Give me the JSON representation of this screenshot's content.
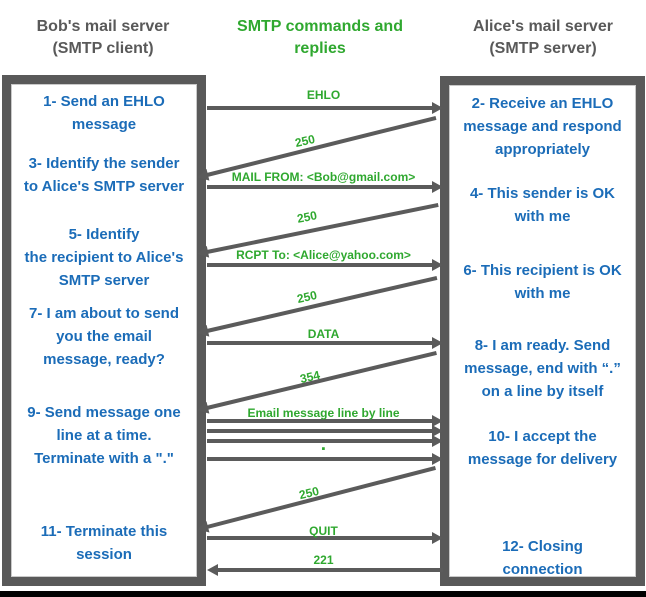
{
  "headers": {
    "client": "Bob's mail server\n(SMTP client)",
    "middle": "SMTP commands and\nreplies",
    "server": "Alice's mail server\n(SMTP server)"
  },
  "colors": {
    "frame_gray": "#595959",
    "arrow_gray": "#5b5b5b",
    "step_blue": "#1b6cb8",
    "label_green": "#2fa82f",
    "footer_black": "#000000"
  },
  "client_box": {
    "steps": [
      {
        "text": "1- Send an EHLO\nmessage"
      },
      {
        "text": "3- Identify the sender\nto Alice's SMTP server"
      },
      {
        "text": "5- Identify\nthe recipient to Alice's\nSMTP server"
      },
      {
        "text": "7- I am about to send\nyou the email\nmessage, ready?"
      },
      {
        "text": "9- Send message one\nline at a time.\nTerminate with a \".\""
      },
      {
        "text": "11- Terminate this\nsession"
      }
    ]
  },
  "server_box": {
    "steps": [
      {
        "text": "2- Receive an EHLO\nmessage and respond\nappropriately"
      },
      {
        "text": "4- This sender is OK\nwith me"
      },
      {
        "text": "6- This recipient is OK\nwith me"
      },
      {
        "text": "8-  I am ready. Send\nmessage, end with “.”\non a line by itself"
      },
      {
        "text": "10-  I accept the\nmessage for delivery"
      },
      {
        "text": "12-  Closing\nconnection"
      }
    ]
  },
  "messages": [
    {
      "label": "EHLO",
      "from": "client",
      "to": "server"
    },
    {
      "label": "250",
      "from": "server",
      "to": "client"
    },
    {
      "label": "MAIL FROM: <Bob@gmail.com>",
      "from": "client",
      "to": "server"
    },
    {
      "label": "250",
      "from": "server",
      "to": "client"
    },
    {
      "label": "RCPT To: <Alice@yahoo.com>",
      "from": "client",
      "to": "server"
    },
    {
      "label": "250",
      "from": "server",
      "to": "client"
    },
    {
      "label": "DATA",
      "from": "client",
      "to": "server"
    },
    {
      "label": "354",
      "from": "server",
      "to": "client"
    },
    {
      "label": "Email message line by line",
      "from": "client",
      "to": "server"
    },
    {
      "label": "▪",
      "from": "client",
      "to": "server"
    },
    {
      "label": "250",
      "from": "server",
      "to": "client"
    },
    {
      "label": "QUIT",
      "from": "client",
      "to": "server"
    },
    {
      "label": "221",
      "from": "server",
      "to": "client"
    }
  ]
}
